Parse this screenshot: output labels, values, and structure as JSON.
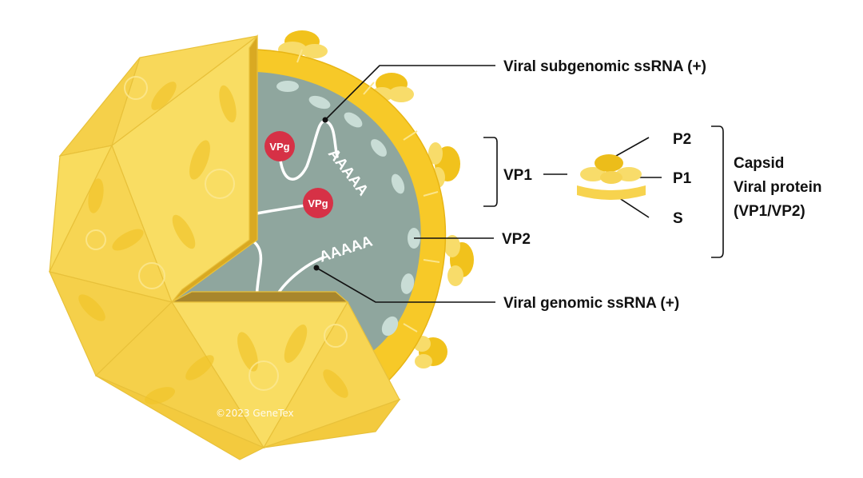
{
  "labels": {
    "subgenomic_rna": "Viral subgenomic ssRNA (+)",
    "genomic_rna": "Viral genomic ssRNA (+)",
    "vp1": "VP1",
    "vp2": "VP2",
    "p2": "P2",
    "p1": "P1",
    "s": "S",
    "capsid_line1": "Capsid",
    "capsid_line2": "Viral protein",
    "capsid_line3": "(VP1/VP2)"
  },
  "rna_tags": {
    "vpg": "VPg",
    "poly_a": "AAAAA"
  },
  "copyright": "©2023 GeneTex",
  "colors": {
    "capsid_yellow": "#f6d64a",
    "capsid_dark": "#e9bb18",
    "shell_orange": "#f7c928",
    "interior_gray": "#8fa69e",
    "vp2_spot": "#c9ddd6",
    "vpg_red": "#d63146",
    "line_black": "#111111"
  }
}
